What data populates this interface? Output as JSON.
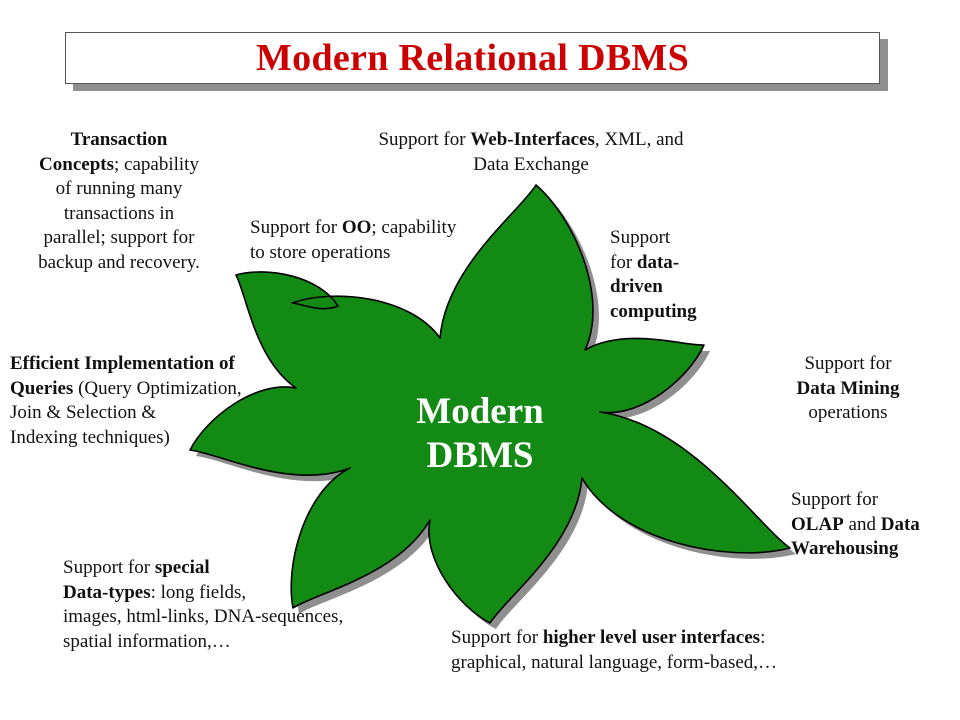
{
  "title": "Modern Relational DBMS",
  "center": {
    "line1": "Modern",
    "line2": "DBMS"
  },
  "colors": {
    "title": "#cc0000",
    "star": "#138a13",
    "star_outline": "#000000",
    "shadow": "#8f8f8f"
  },
  "labels": {
    "transaction": [
      [
        {
          "t": "Transaction",
          "b": true
        }
      ],
      [
        {
          "t": "Concepts",
          "b": true
        },
        {
          "t": "; capability"
        }
      ],
      [
        {
          "t": "of running many"
        }
      ],
      [
        {
          "t": "transactions in"
        }
      ],
      [
        {
          "t": "parallel; support for"
        }
      ],
      [
        {
          "t": "backup and recovery."
        }
      ]
    ],
    "web": [
      [
        {
          "t": "Support for "
        },
        {
          "t": "Web-Interfaces",
          "b": true
        },
        {
          "t": ", XML,  and"
        }
      ],
      [
        {
          "t": "Data Exchange"
        }
      ]
    ],
    "oo": [
      [
        {
          "t": "Support for "
        },
        {
          "t": "OO",
          "b": true
        },
        {
          "t": "; capability"
        }
      ],
      [
        {
          "t": "to store operations"
        }
      ]
    ],
    "datadriven": [
      [
        {
          "t": "Support"
        }
      ],
      [
        {
          "t": "for "
        },
        {
          "t": "data-",
          "b": true
        }
      ],
      [
        {
          "t": "driven",
          "b": true
        }
      ],
      [
        {
          "t": "computing",
          "b": true
        }
      ]
    ],
    "queries": [
      [
        {
          "t": "Efficient Implementation of",
          "b": true
        }
      ],
      [
        {
          "t": "Queries",
          "b": true
        },
        {
          "t": " (Query Optimization,"
        }
      ],
      [
        {
          "t": "Join & Selection &"
        }
      ],
      [
        {
          "t": "Indexing techniques)"
        }
      ]
    ],
    "mining": [
      [
        {
          "t": "Support for"
        }
      ],
      [
        {
          "t": "Data Mining",
          "b": true
        }
      ],
      [
        {
          "t": "operations"
        }
      ]
    ],
    "olap": [
      [
        {
          "t": "Support for"
        }
      ],
      [
        {
          "t": "OLAP",
          "b": true
        },
        {
          "t": " and "
        },
        {
          "t": "Data",
          "b": true
        }
      ],
      [
        {
          "t": "Warehousing",
          "b": true
        }
      ]
    ],
    "datatypes": [
      [
        {
          "t": "Support for "
        },
        {
          "t": "special",
          "b": true
        }
      ],
      [
        {
          "t": "Data-types",
          "b": true
        },
        {
          "t": ": long fields,"
        }
      ],
      [
        {
          "t": "images, html-links, DNA-sequences,"
        }
      ],
      [
        {
          "t": "spatial information,…"
        }
      ]
    ],
    "ui": [
      [
        {
          "t": "Support for "
        },
        {
          "t": "higher level user interfaces",
          "b": true
        },
        {
          "t": ":"
        }
      ],
      [
        {
          "t": "graphical, natural language, form-based,…"
        }
      ]
    ]
  }
}
